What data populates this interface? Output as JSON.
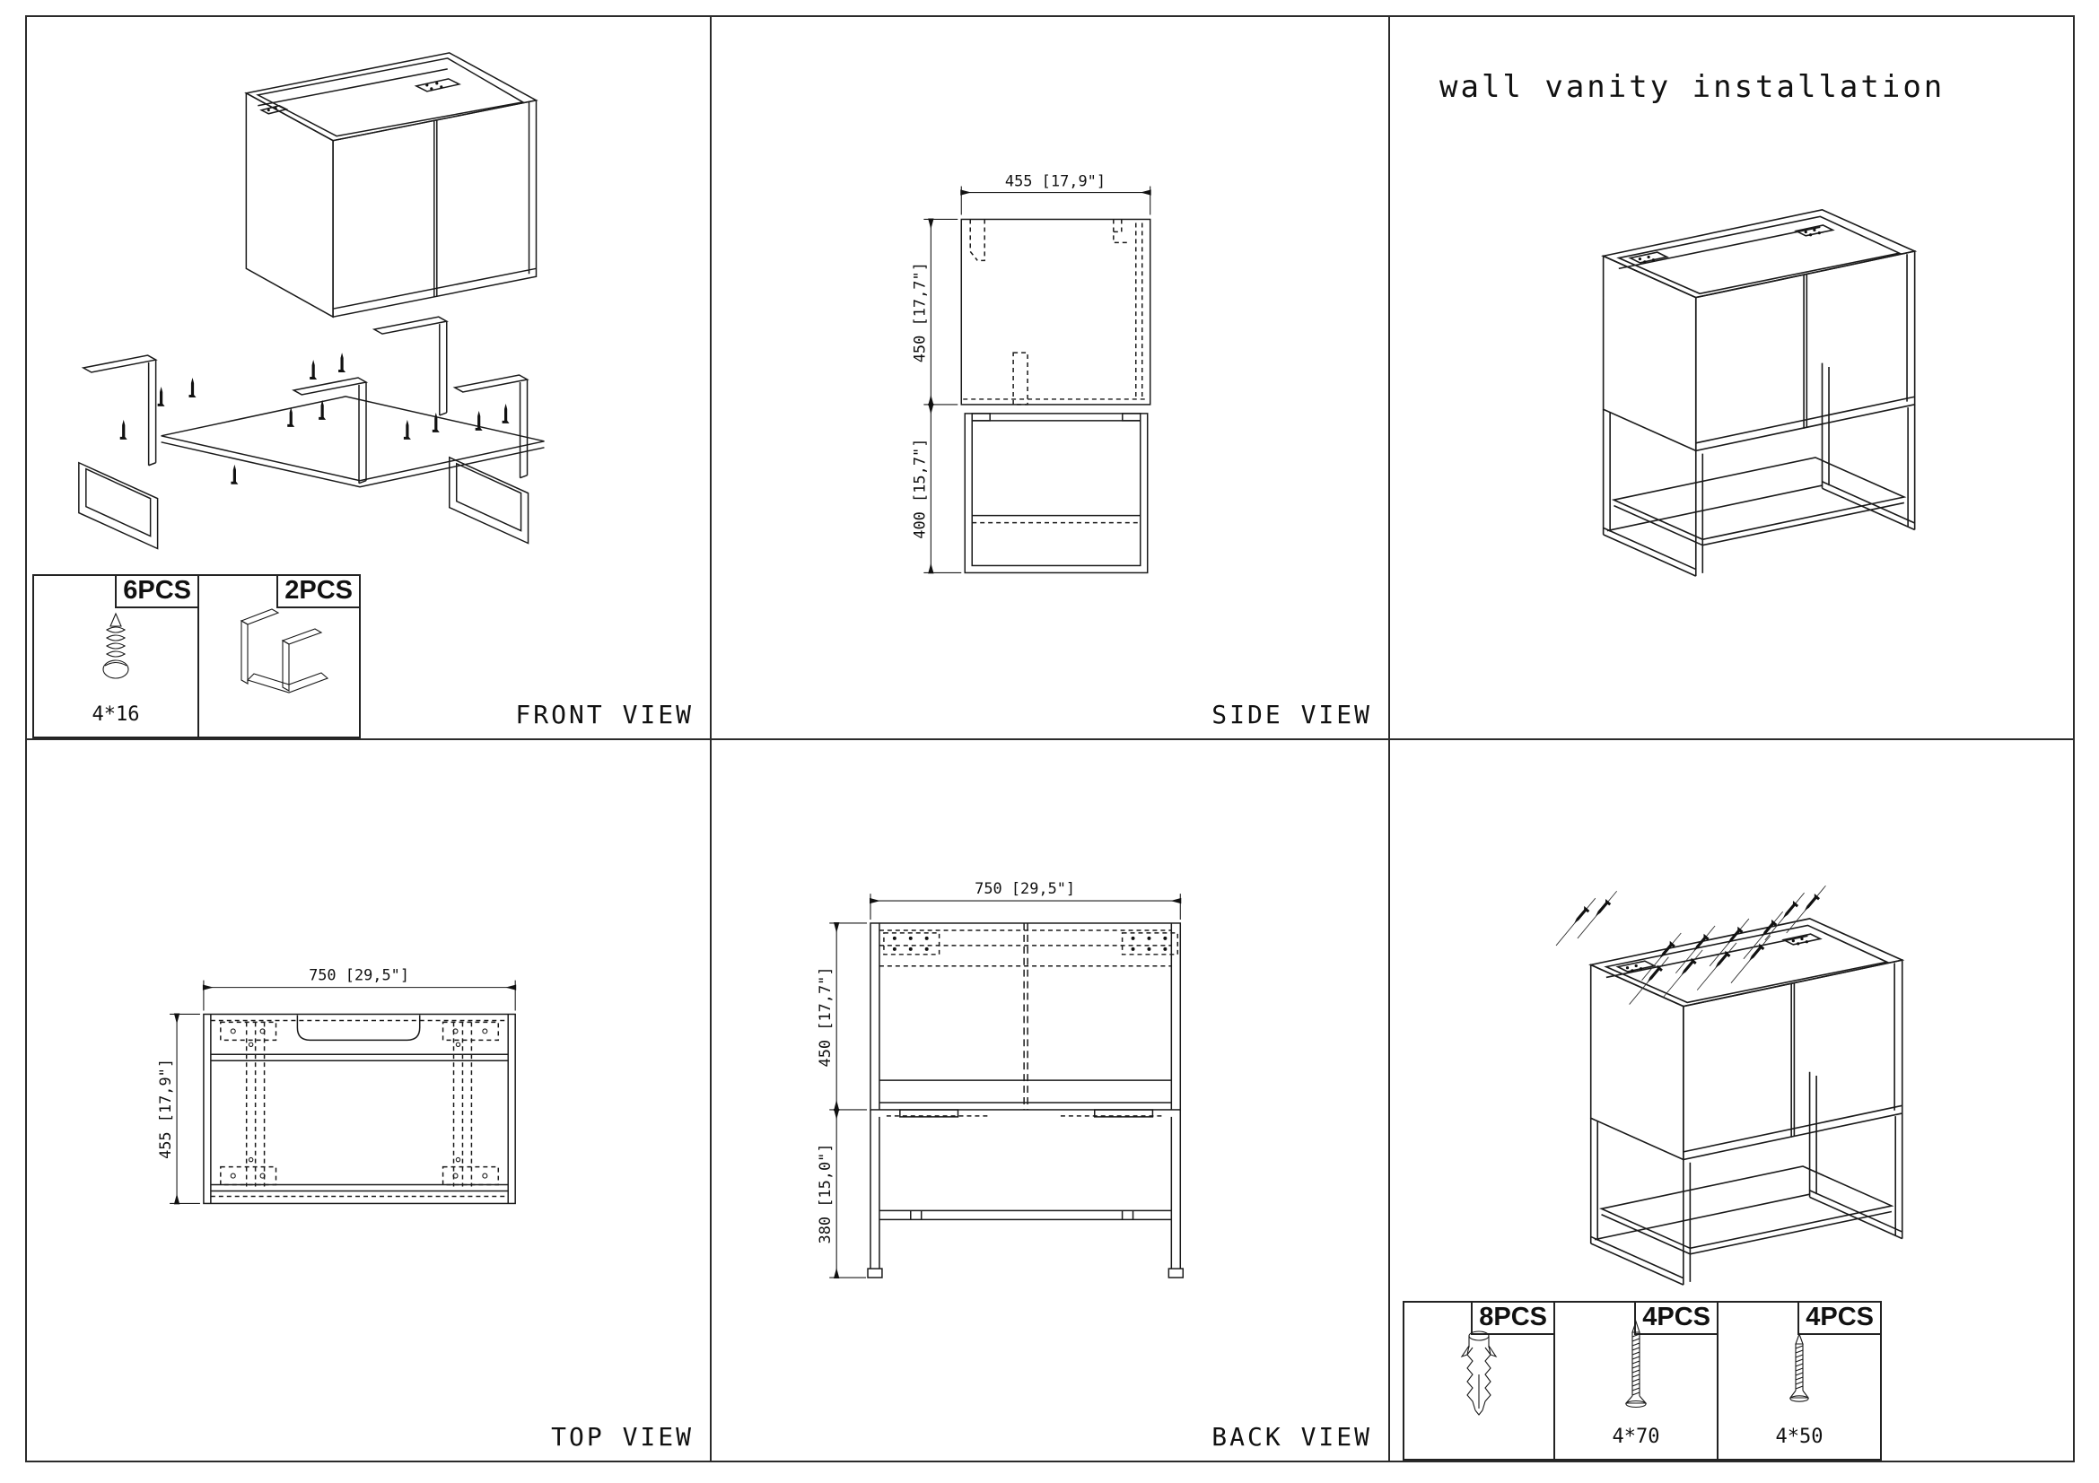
{
  "sheet": {
    "title": "wall vanity installation",
    "panels": {
      "front": {
        "label": "FRONT VIEW"
      },
      "side": {
        "label": "SIDE VIEW",
        "dims": {
          "width": "455 [17,9\"]",
          "upper": "450 [17,7\"]",
          "lower": "400 [15,7\"]"
        }
      },
      "top": {
        "label": "TOP VIEW",
        "dims": {
          "width": "750 [29,5\"]",
          "depth": "455 [17,9\"]"
        }
      },
      "back": {
        "label": "BACK VIEW",
        "dims": {
          "width": "750 [29,5\"]",
          "upper": "450 [17,7\"]",
          "lower": "380 [15,0\"]"
        }
      }
    },
    "hardware_front": [
      {
        "qty": "6PCS",
        "size": "4*16",
        "icon": "screw-icon"
      },
      {
        "qty": "2PCS",
        "size": "",
        "icon": "bracket-icon"
      }
    ],
    "hardware_install": [
      {
        "qty": "8PCS",
        "size": "",
        "icon": "wall-anchor-icon"
      },
      {
        "qty": "4PCS",
        "size": "4*70",
        "icon": "long-screw-icon"
      },
      {
        "qty": "4PCS",
        "size": "4*50",
        "icon": "short-screw-icon"
      }
    ],
    "colors": {
      "line": "#1a1a1a",
      "background": "#ffffff"
    }
  }
}
